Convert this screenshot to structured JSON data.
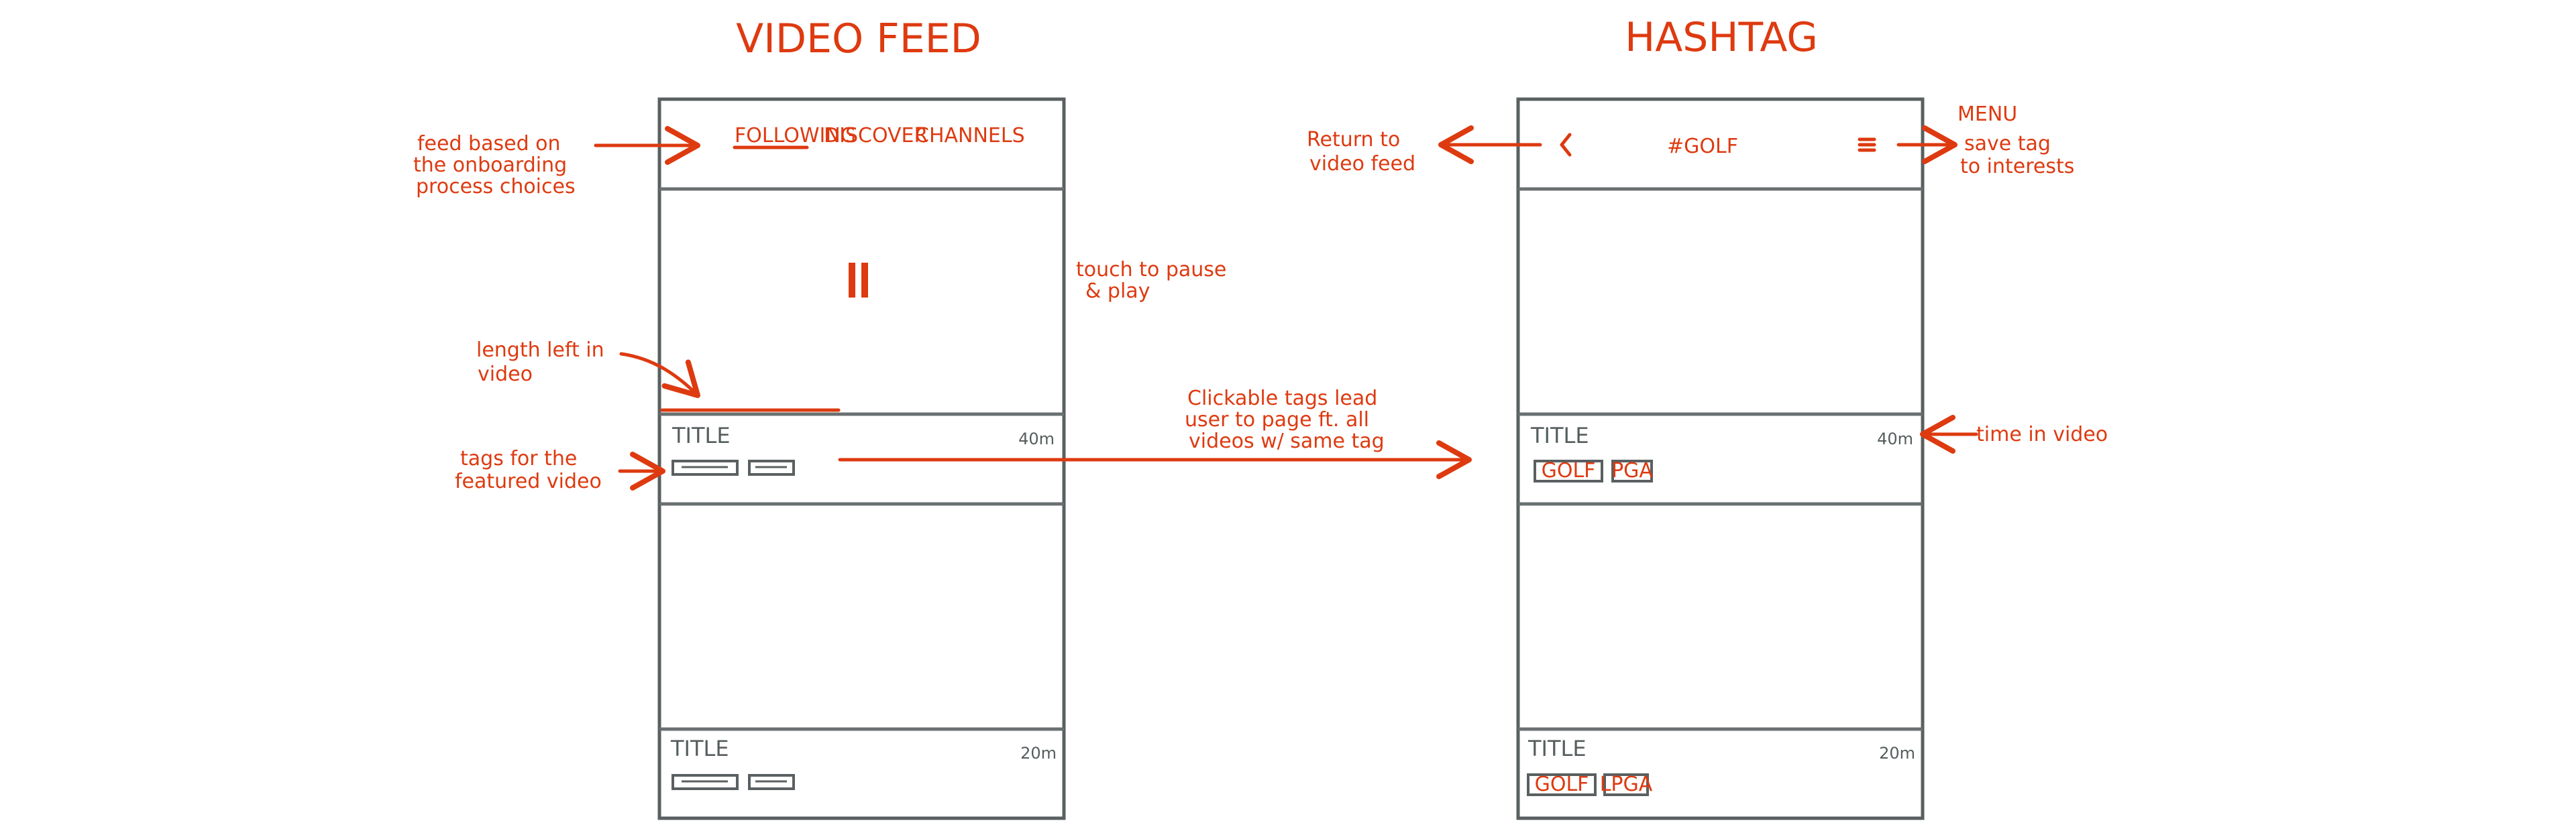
{
  "video_feed": {
    "heading": "VIDEO FEED",
    "nav": {
      "following": "FOLLOWING",
      "discover": "DISCOVER",
      "channels": "CHANNELS"
    },
    "pause_icon": "pause-icon",
    "cards": [
      {
        "title": "TITLE",
        "time": "40m"
      },
      {
        "title": "TITLE",
        "time": "20m"
      }
    ]
  },
  "hashtag": {
    "heading": "HASHTAG",
    "back_icon": "chevron-left-icon",
    "tag_title": "#GOLF",
    "menu_icon": "hamburger-menu-icon",
    "cards": [
      {
        "title": "TITLE",
        "time": "40m",
        "tags": [
          "GOLF",
          "PGA"
        ]
      },
      {
        "title": "TITLE",
        "time": "20m",
        "tags": [
          "GOLF",
          "LPGA"
        ]
      }
    ]
  },
  "annotations": {
    "feed_based": [
      "feed based on",
      "the onboarding",
      "process choices"
    ],
    "touch_pause": [
      "touch to pause",
      "& play"
    ],
    "length_left": [
      "length left in",
      "video"
    ],
    "tags_featured": [
      "tags for the",
      "featured video"
    ],
    "clickable_tags": [
      "Clickable tags lead",
      "user to page ft. all",
      "videos w/ same tag"
    ],
    "return_feed": [
      "Return to",
      "video feed"
    ],
    "menu": [
      "MENU",
      "save tag",
      "to interests"
    ],
    "time_in_video": "time in video"
  },
  "colors": {
    "ink": "#de3a10",
    "frame": "#5a6061",
    "text": "#555d5e"
  }
}
